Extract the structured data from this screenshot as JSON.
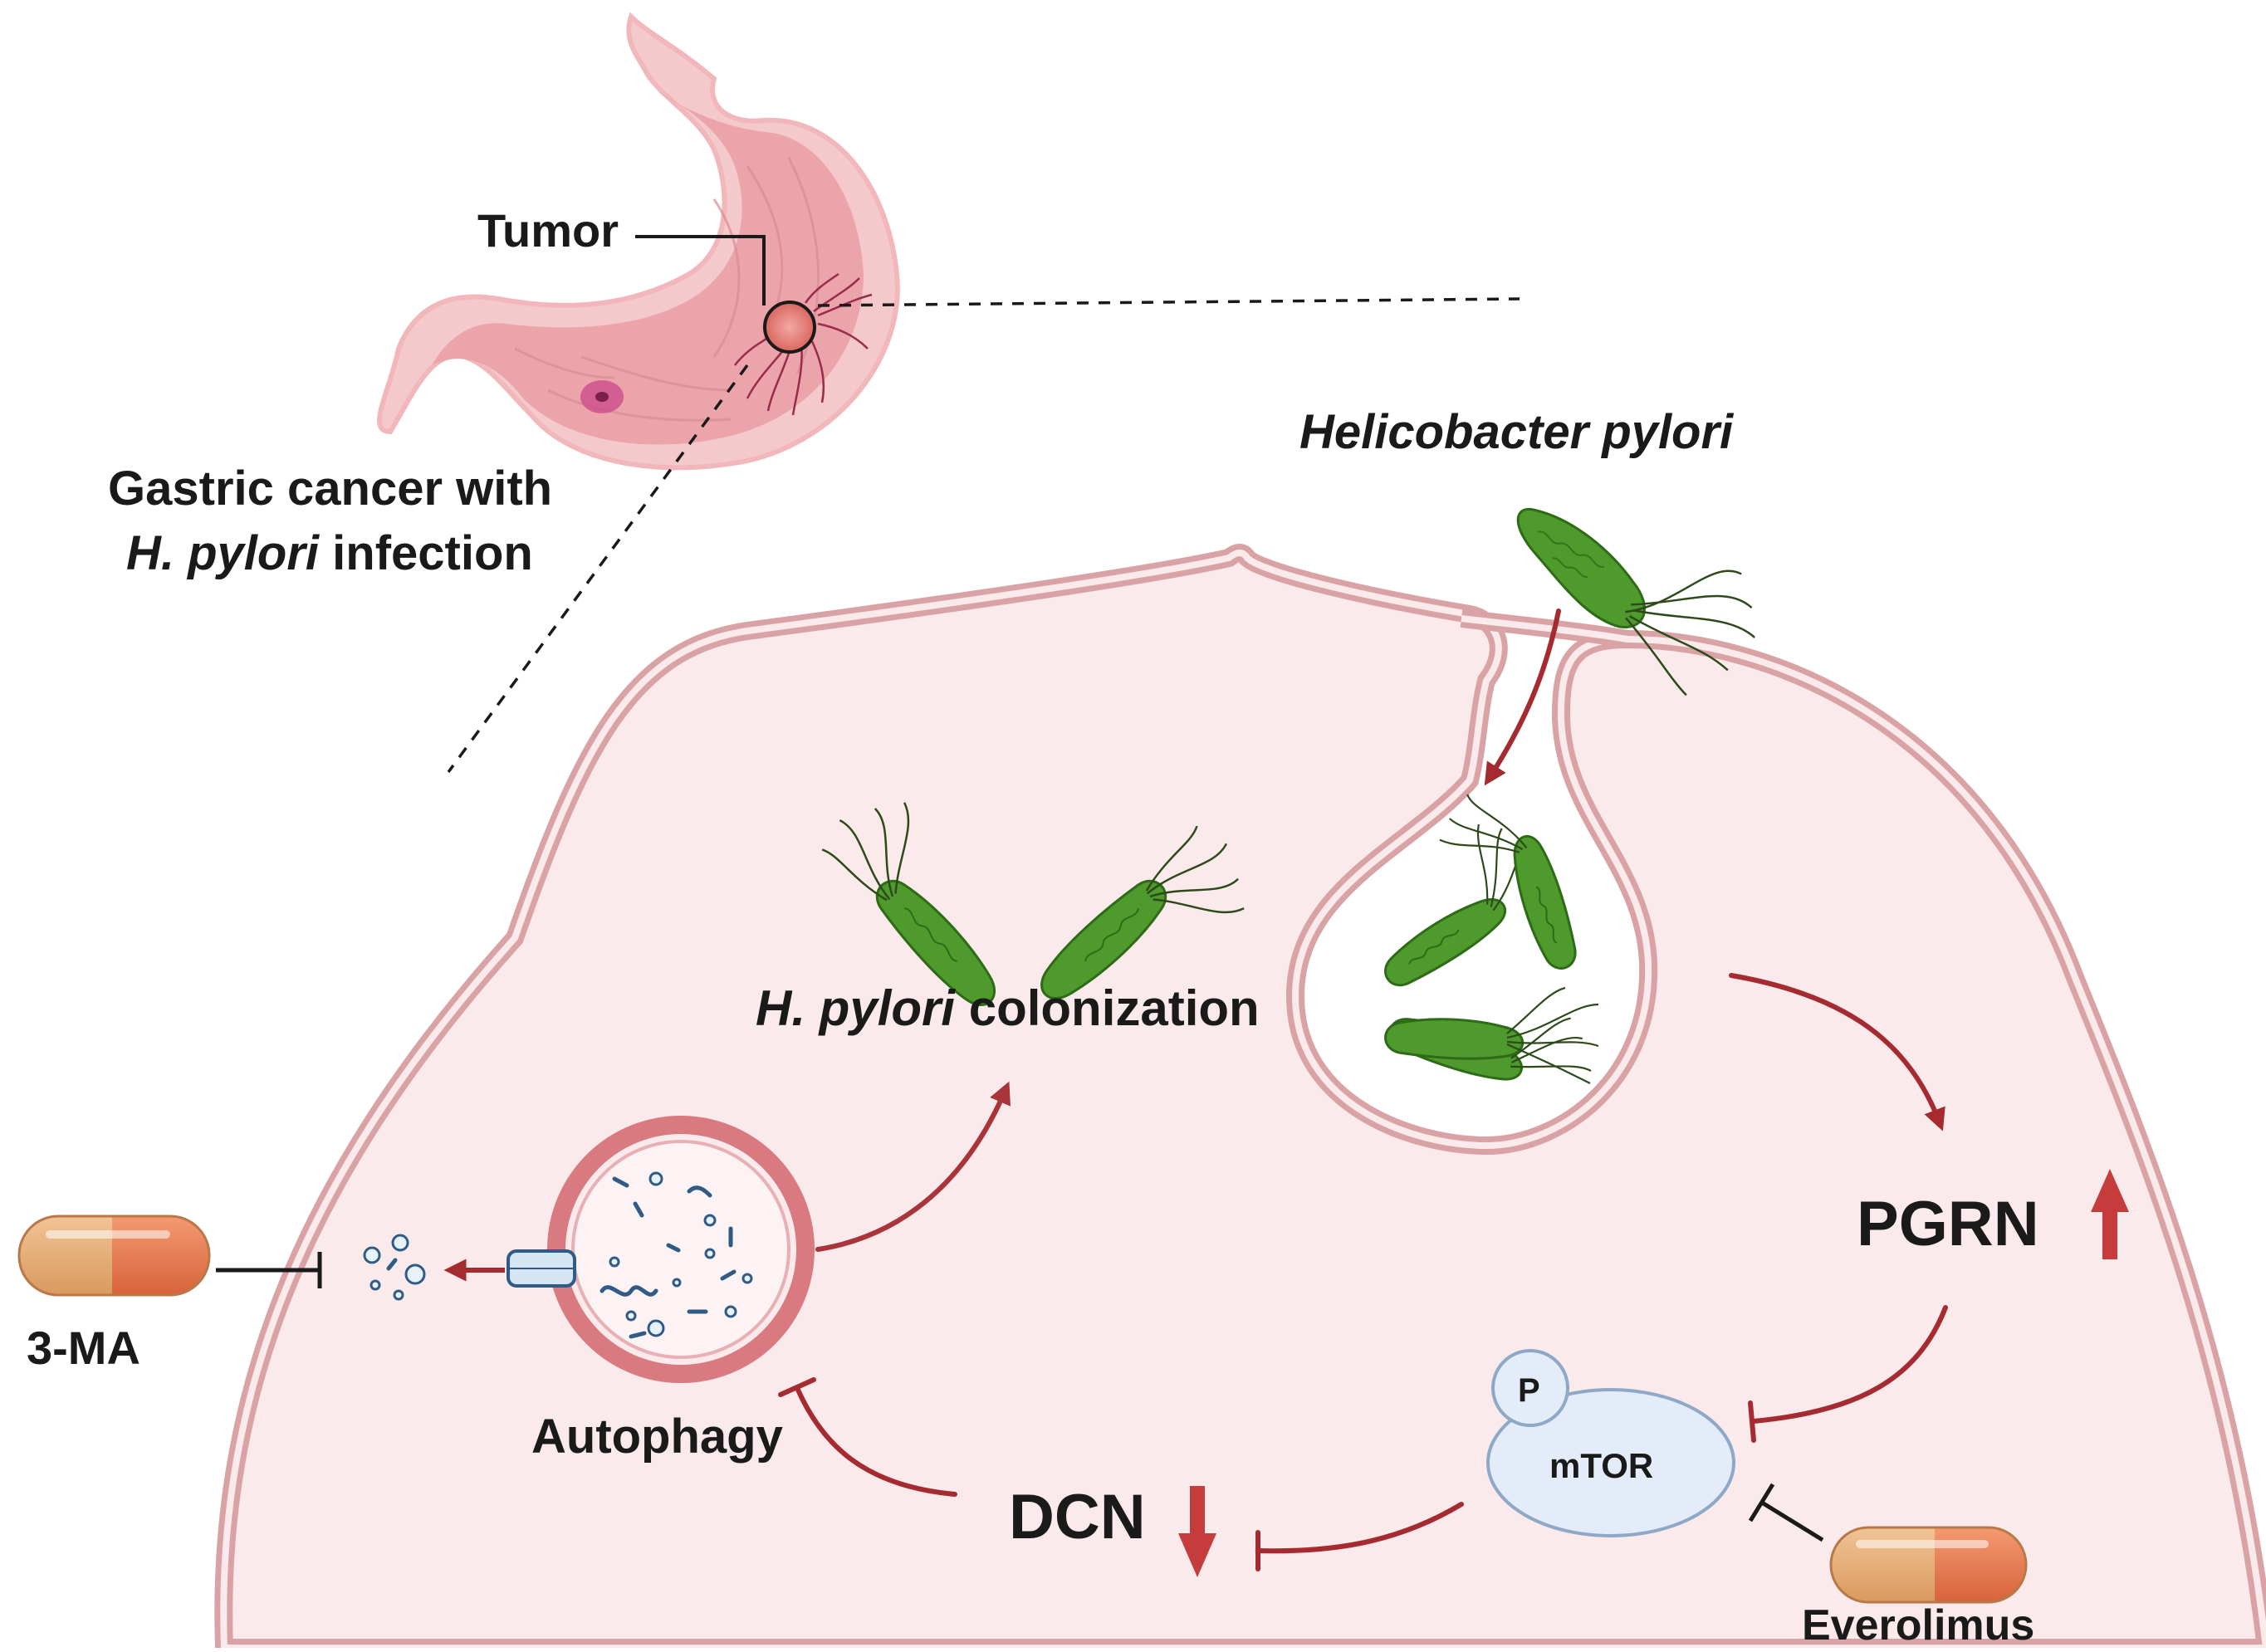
{
  "labels": {
    "tumor": "Tumor",
    "gastric_line1": "Gastric cancer with",
    "gastric_line2_italic": "H. pylori",
    "gastric_line2_rest": " infection",
    "helicobacter": "Helicobacter pylori",
    "colonization_italic": "H. pylori",
    "colonization_rest": " colonization",
    "pgrn": "PGRN",
    "p": "P",
    "mtor": "mTOR",
    "dcn": "DCN",
    "autophagy": "Autophagy",
    "three_ma": "3-MA",
    "everolimus": "Everolimus"
  },
  "colors": {
    "arrow": "#a52b30",
    "cell_fill": "#fbeaeb",
    "membrane": "#d9a3a6",
    "bacteria": "#4e9a2c",
    "mtor_fill": "#e3ecf8",
    "mtor_stroke": "#8ea8c8"
  }
}
